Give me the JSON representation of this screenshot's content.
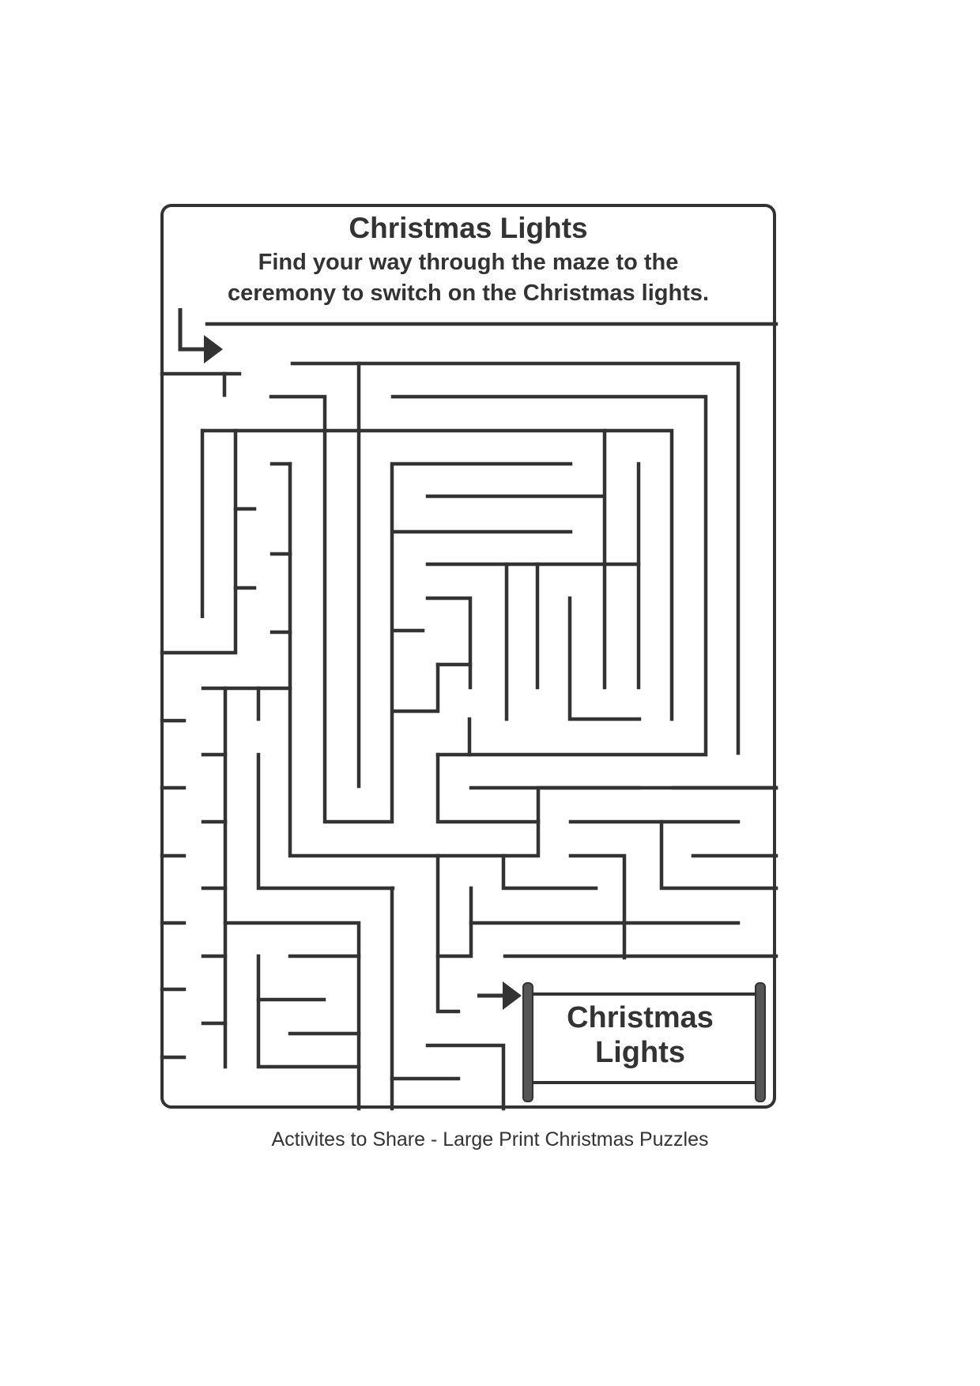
{
  "puzzle": {
    "title": "Christmas Lights",
    "instructions_line1": "Find your way through the maze to the",
    "instructions_line2": "ceremony to switch on the Christmas lights.",
    "finish_sign_line1": "Christmas",
    "finish_sign_line2": "Lights"
  },
  "footer": {
    "text": "Activites to Share - Large Print Christmas Puzzles"
  },
  "colors": {
    "ink": "#333333",
    "background": "#ffffff",
    "sign_post": "#555555"
  },
  "icons": {
    "start": "start-arrow-icon",
    "finish": "finish-arrow-icon"
  }
}
